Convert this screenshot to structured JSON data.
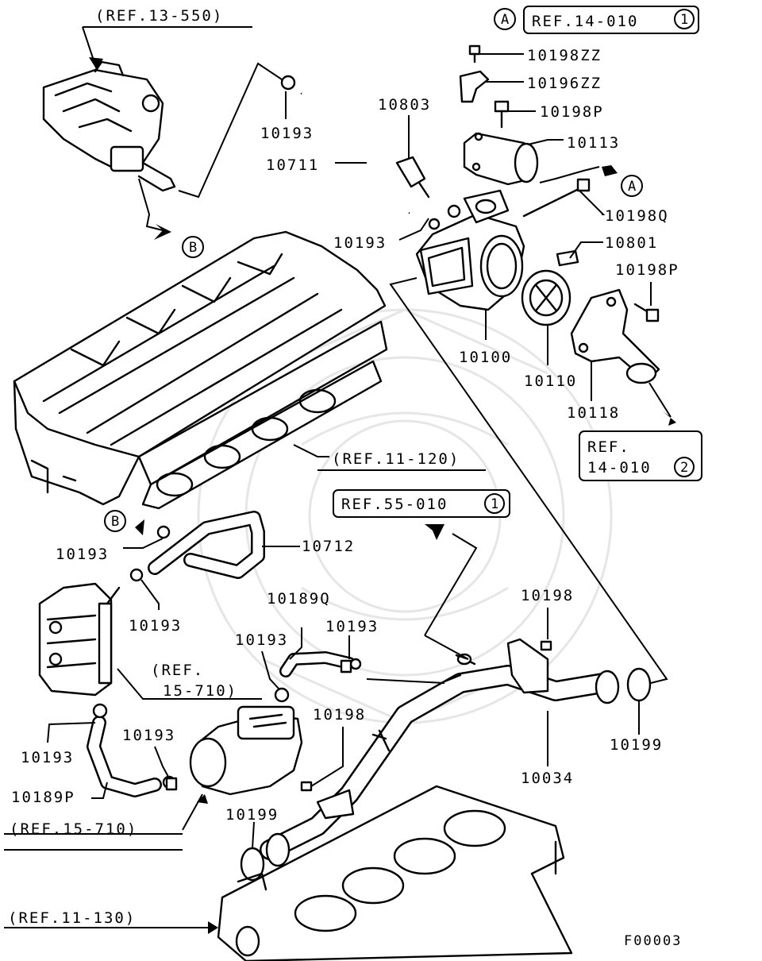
{
  "diagram_code": "F00003",
  "refs": {
    "ref_13_550": "(REF.13-550)",
    "ref_14_010_1": "REF.14-010",
    "ref_14_010_1_num": "1",
    "ref_14_010_2_line1": "REF.",
    "ref_14_010_2_line2": "14-010",
    "ref_14_010_2_num": "2",
    "ref_11_120": "(REF.11-120)",
    "ref_55_010": "REF.55-010",
    "ref_55_010_num": "1",
    "ref_15_710_a_line1": "(REF.",
    "ref_15_710_a_line2": "15-710)",
    "ref_15_710_b": "(REF.15-710)",
    "ref_11_130": "(REF.11-130)"
  },
  "markers": {
    "a": "A",
    "b": "B"
  },
  "parts": {
    "p10198ZZ": "10198ZZ",
    "p10196ZZ": "10196ZZ",
    "p10198P_top": "10198P",
    "p10113": "10113",
    "p10198Q": "10198Q",
    "p10801": "10801",
    "p10198P_right": "10198P",
    "p10100": "10100",
    "p10110": "10110",
    "p10118": "10118",
    "p10803": "10803",
    "p10193_1": "10193",
    "p10711": "10711",
    "p10193_2": "10193",
    "p10193_3": "10193",
    "p10712": "10712",
    "p10193_4": "10193",
    "p10189Q": "10189Q",
    "p10193_5": "10193",
    "p10193_6": "10193",
    "p10198_right": "10198",
    "p10193_7": "10193",
    "p10193_8": "10193",
    "p10198_mid": "10198",
    "p10189P": "10189P",
    "p10199_right": "10199",
    "p10034": "10034",
    "p10199_left": "10199"
  }
}
